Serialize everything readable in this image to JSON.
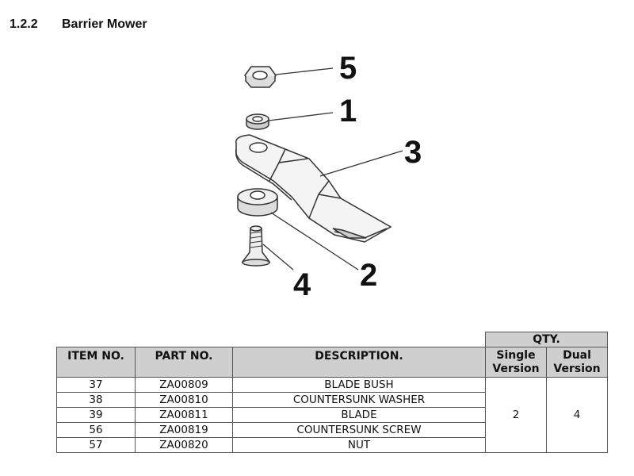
{
  "section": {
    "number": "1.2.2",
    "title": "Barrier Mower"
  },
  "diagram": {
    "callouts": [
      "5",
      "1",
      "3",
      "2",
      "4"
    ]
  },
  "table": {
    "qty_header": "QTY.",
    "headers": [
      "ITEM NO.",
      "PART NO.",
      "DESCRIPTION."
    ],
    "qty_sub_headers": [
      "Single Version",
      "Dual Version"
    ],
    "rows": [
      {
        "item": "37",
        "part": "ZA00809",
        "description": "BLADE BUSH"
      },
      {
        "item": "38",
        "part": "ZA00810",
        "description": "COUNTERSUNK WASHER"
      },
      {
        "item": "39",
        "part": "ZA00811",
        "description": "BLADE"
      },
      {
        "item": "56",
        "part": "ZA00819",
        "description": "COUNTERSUNK SCREW"
      },
      {
        "item": "57",
        "part": "ZA00820",
        "description": "NUT"
      }
    ],
    "qty_single": "2",
    "qty_dual": "4"
  }
}
